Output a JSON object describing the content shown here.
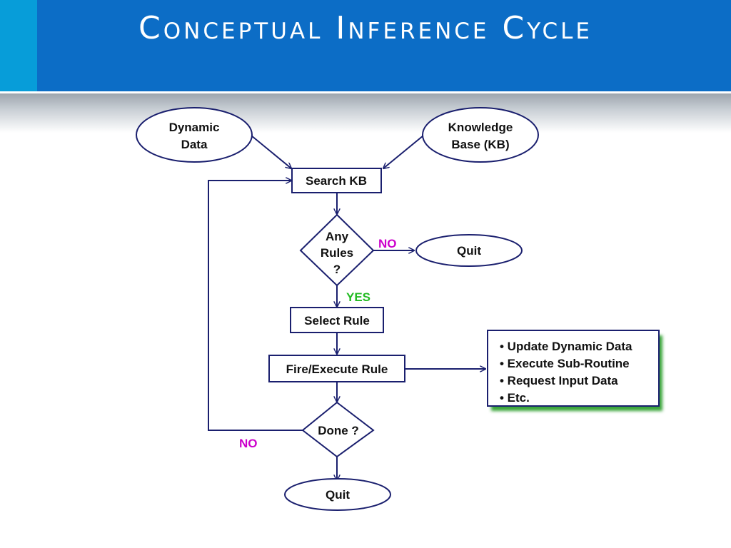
{
  "slide": {
    "title": "Conceptual Inference Cycle"
  },
  "colors": {
    "header_blue": "#0c6dc6",
    "header_accent": "#079dd9",
    "node_stroke": "#1a1f6e",
    "no_label": "#cc00cc",
    "yes_label": "#22bb22",
    "actions_shadow": "#3aa53a"
  },
  "nodes": {
    "dynamic_data": [
      "Dynamic",
      "Data"
    ],
    "knowledge_base": [
      "Knowledge",
      "Base (KB)"
    ],
    "search_kb": "Search KB",
    "any_rules": [
      "Any",
      "Rules",
      "?"
    ],
    "quit_top": "Quit",
    "select_rule": "Select Rule",
    "fire_execute": "Fire/Execute Rule",
    "done": "Done ?",
    "quit_bottom": "Quit"
  },
  "edge_labels": {
    "no_right": "NO",
    "yes_down": "YES",
    "no_loop": "NO"
  },
  "actions": [
    "• Update Dynamic Data",
    "• Execute Sub-Routine",
    "• Request Input Data",
    "• Etc."
  ]
}
